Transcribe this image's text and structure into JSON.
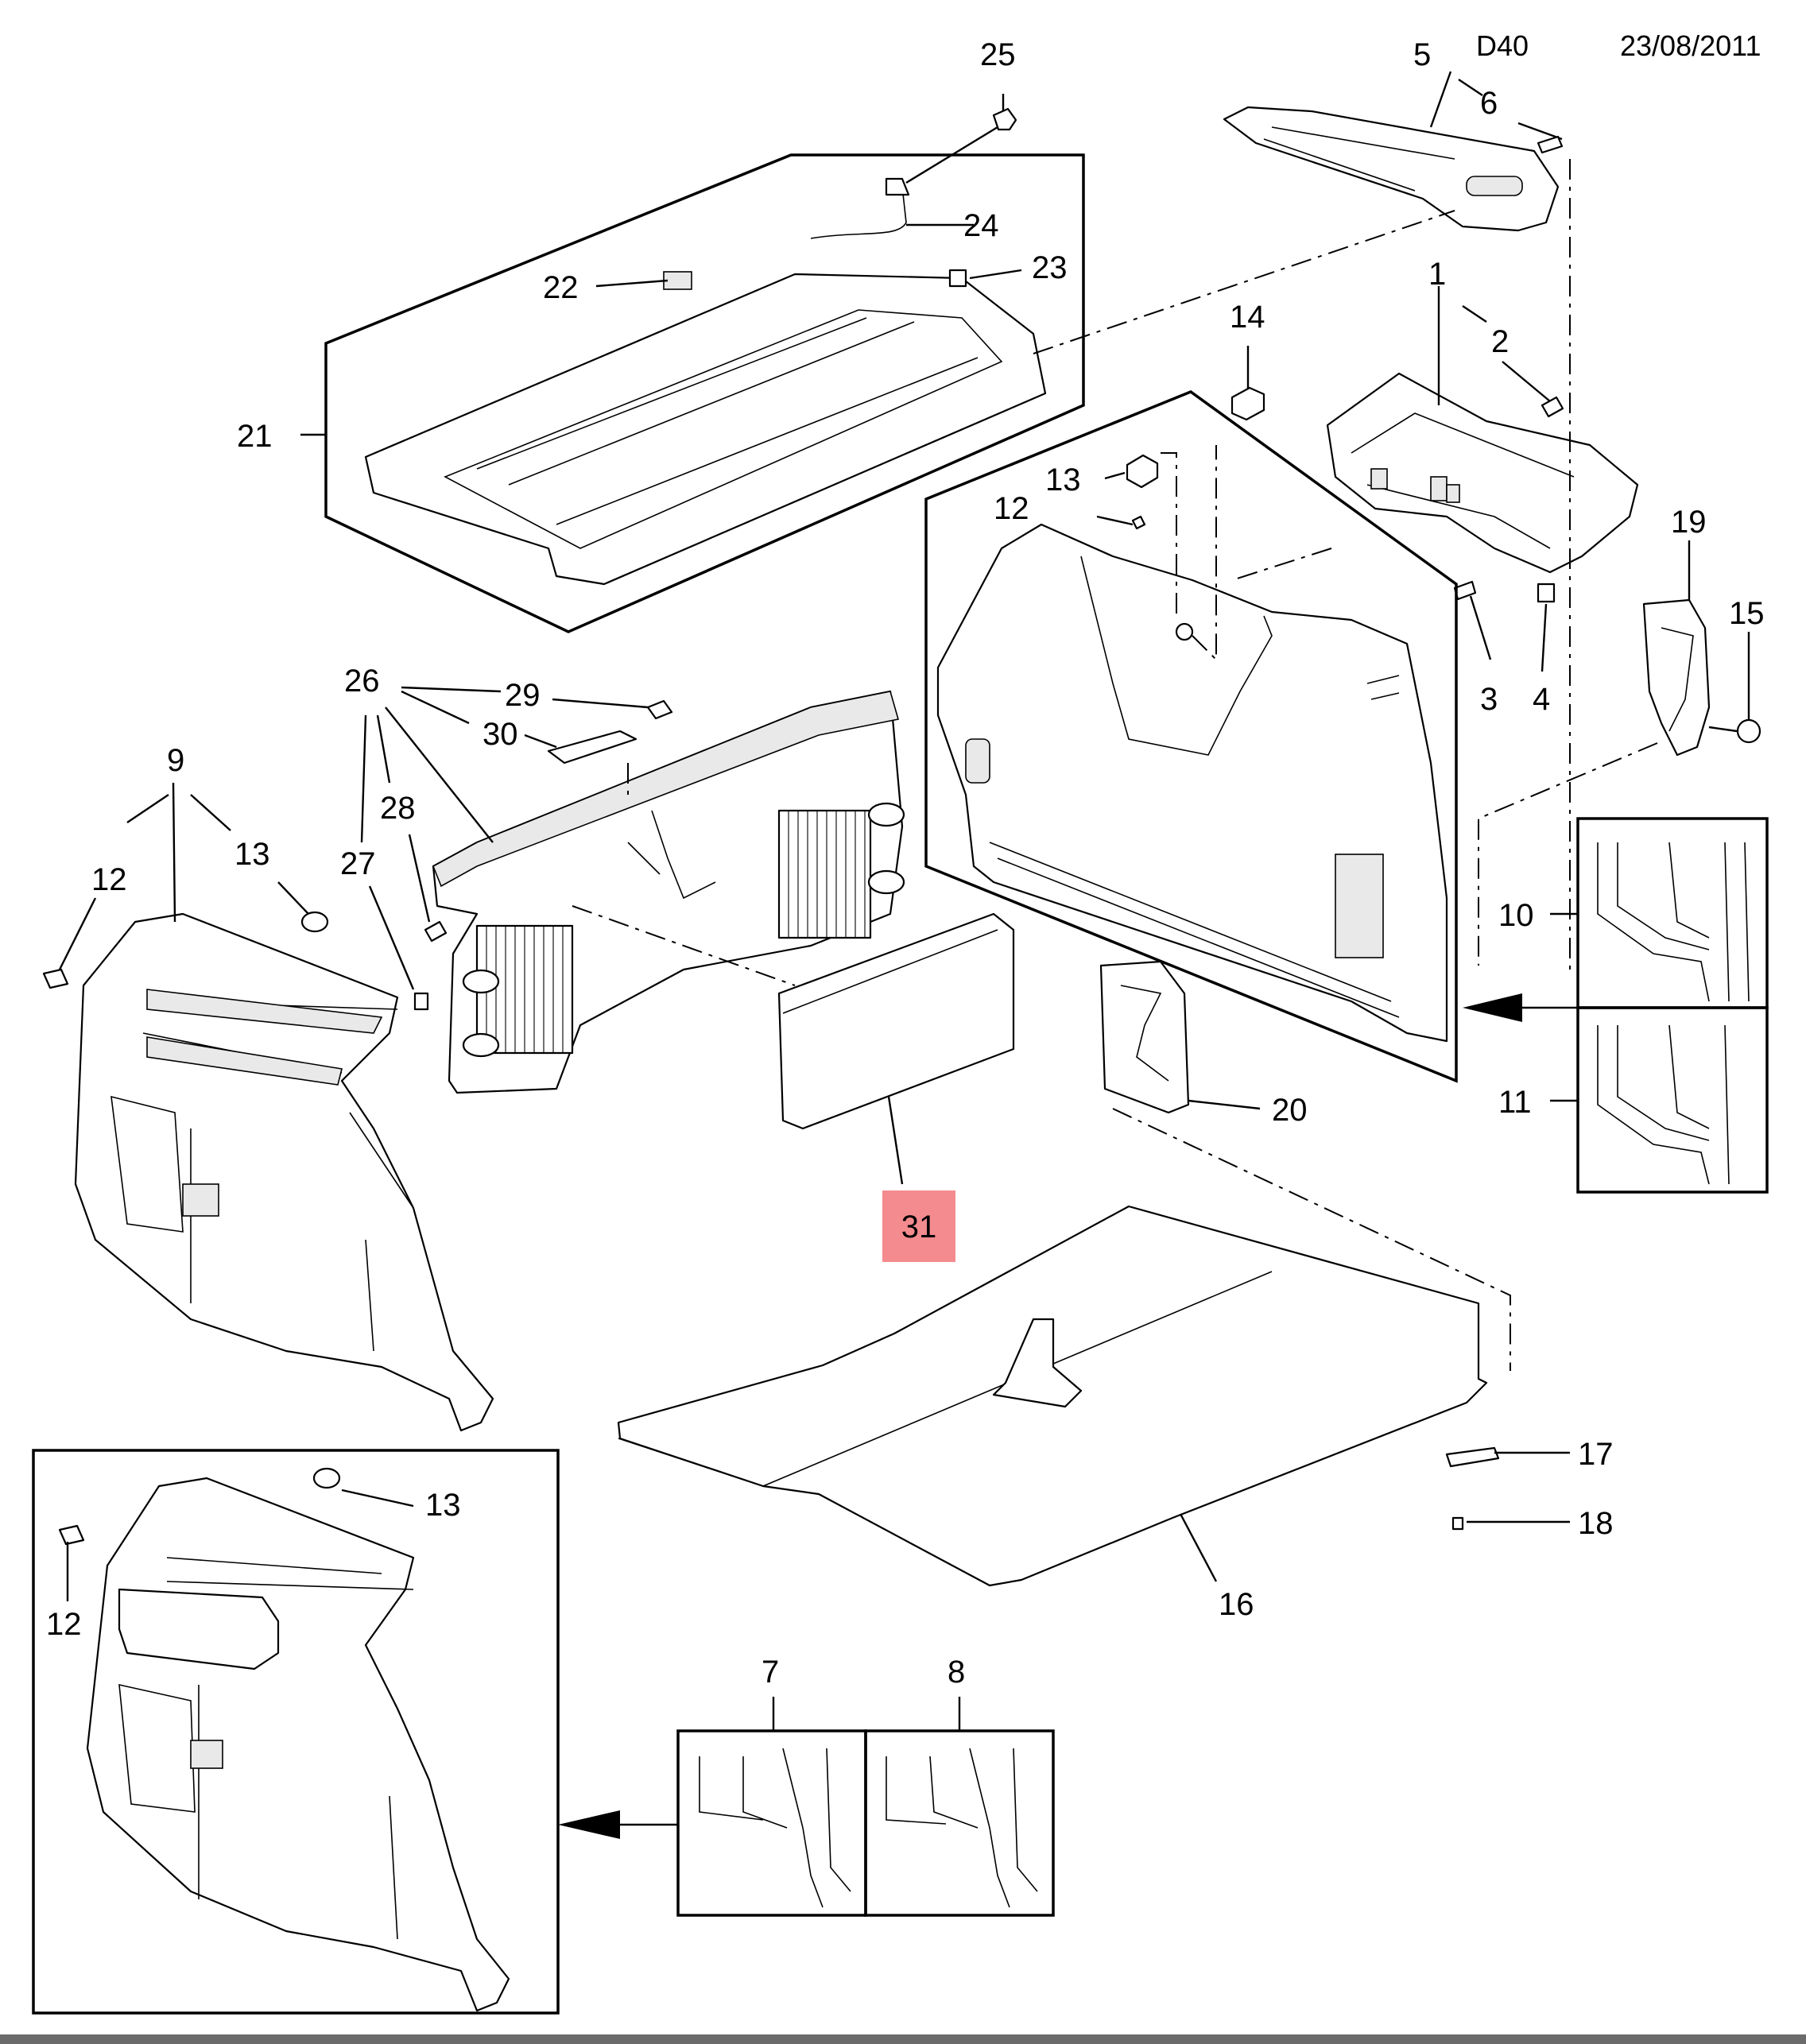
{
  "header": {
    "code": "D40",
    "date": "23/08/2011"
  },
  "highlighted_callout": {
    "label": "31",
    "color": "#f48b8f"
  },
  "callouts": {
    "c1": "1",
    "c2": "2",
    "c3": "3",
    "c4": "4",
    "c5": "5",
    "c6": "6",
    "c7": "7",
    "c8": "8",
    "c9": "9",
    "c10": "10",
    "c11": "11",
    "c12a": "12",
    "c12b": "12",
    "c12c": "12",
    "c13a": "13",
    "c13b": "13",
    "c13c": "13",
    "c14": "14",
    "c15": "15",
    "c16": "16",
    "c17": "17",
    "c18": "18",
    "c19": "19",
    "c20": "20",
    "c21": "21",
    "c22": "22",
    "c23": "23",
    "c24": "24",
    "c25": "25",
    "c26": "26",
    "c27": "27",
    "c28": "28",
    "c29": "29",
    "c30": "30"
  }
}
